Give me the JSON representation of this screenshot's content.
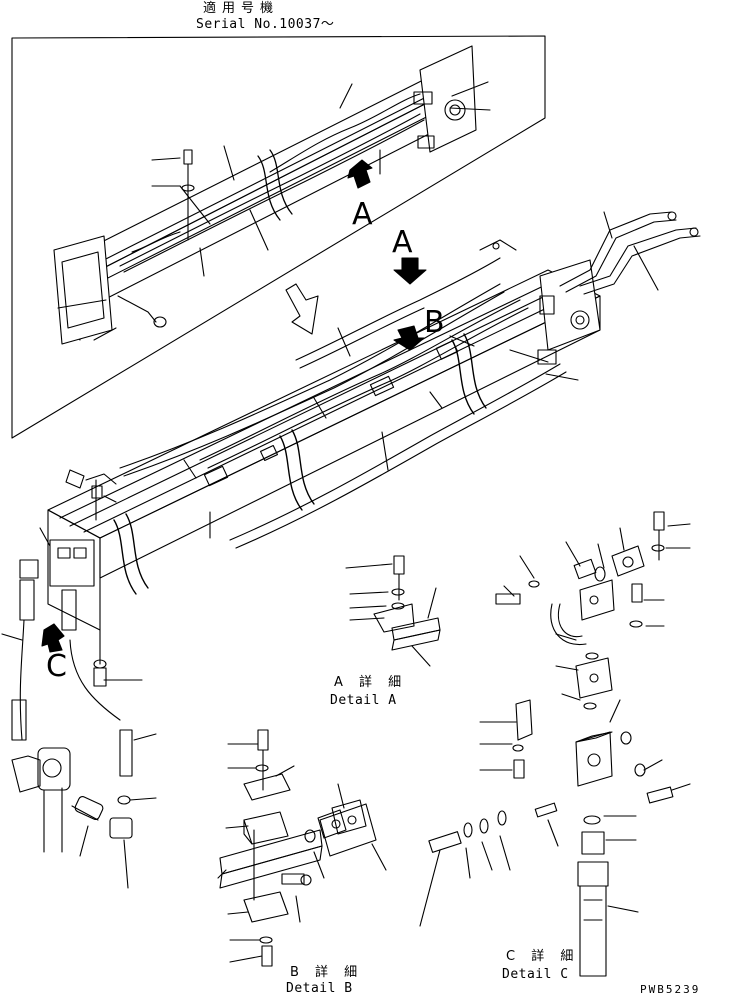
{
  "header": {
    "applicable_jp": "適用号機",
    "serial": "Serial No.10037～"
  },
  "callouts": {
    "A_inset": "A",
    "A_main": "A",
    "B_main": "B",
    "C_main": "C"
  },
  "details": {
    "a_jp": "A 詳 細",
    "a_en": "Detail A",
    "b_jp": "B 詳 細",
    "b_en": "Detail B",
    "c_jp": "C 詳 細",
    "c_en": "Detail C"
  },
  "drawing_code": "PWB5239"
}
